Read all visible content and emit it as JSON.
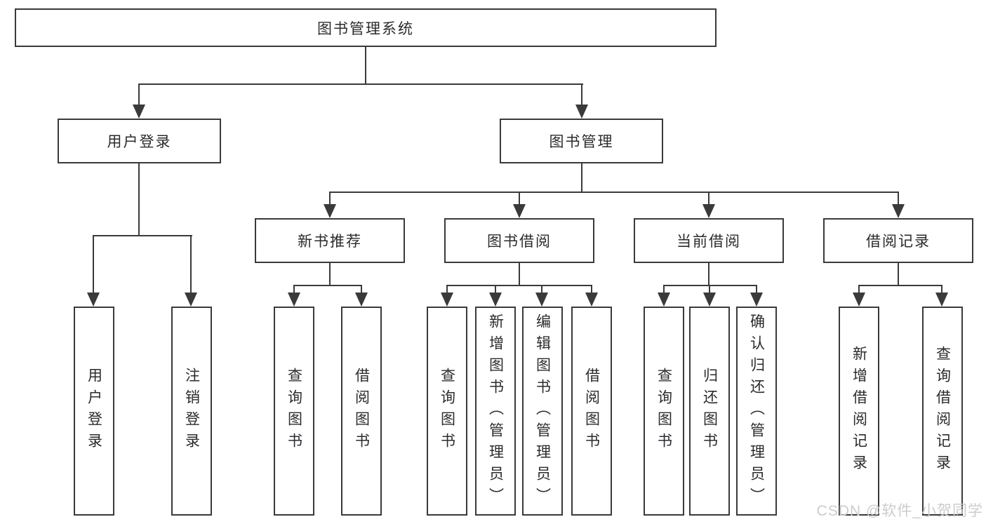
{
  "diagram_type": "hierarchy-tree",
  "nodes": {
    "root": "图书管理系统",
    "user_login": "用户登录",
    "book_mgmt": "图书管理",
    "new_books": "新书推荐",
    "book_borrow": "图书借阅",
    "current_borrow": "当前借阅",
    "borrow_records": "借阅记录",
    "leaf_user_login": "用户登录",
    "leaf_logout": "注销登录",
    "leaf_nb_query": "查询图书",
    "leaf_nb_borrow": "借阅图书",
    "leaf_bb_query": "查询图书",
    "leaf_bb_add": "新增图书（管理员）",
    "leaf_bb_edit": "编辑图书（管理员）",
    "leaf_bb_borrow": "借阅图书",
    "leaf_cb_query": "查询图书",
    "leaf_cb_return": "归还图书",
    "leaf_cb_confirm": "确认归还（管理员）",
    "leaf_rec_add": "新增借阅记录",
    "leaf_rec_query": "查询借阅记录"
  },
  "watermark": "CSDN @软件_小贺同学",
  "colors": {
    "line": "#3a3a3a",
    "text": "#2b2b2f",
    "watermark": "#cccccc",
    "background": "#ffffff"
  }
}
